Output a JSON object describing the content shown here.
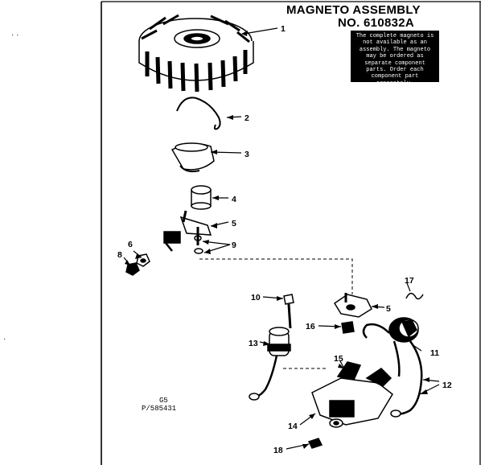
{
  "header": {
    "title_line1": "MAGNETO ASSEMBLY",
    "title_line2": "NO. 610832A"
  },
  "notice_text": "The complete magneto is not available as an assembly. The magneto may be ordered as separate component parts. Order each component part separately.",
  "footer": {
    "code": "G5",
    "part_ref": "P/585431"
  },
  "stray_marks": [
    "· ·",
    "·"
  ],
  "callouts": {
    "c1": "1",
    "c2": "2",
    "c3": "3",
    "c4": "4",
    "c5a": "5",
    "c9": "9",
    "c6": "6",
    "c8": "8",
    "c10": "10",
    "c5b": "5",
    "c17": "17",
    "c16": "16",
    "c13": "13",
    "c15": "15",
    "c11": "11",
    "c12": "12",
    "c14": "14",
    "c18": "18"
  }
}
